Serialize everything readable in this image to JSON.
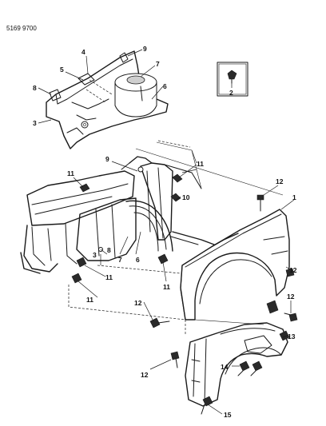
{
  "drawing_code": "5169 9700",
  "callouts": {
    "c1": "1",
    "c2": "2",
    "c3": "3",
    "c3b": "3",
    "c4": "4",
    "c5": "5",
    "c6": "6",
    "c6b": "6",
    "c7": "7",
    "c7b": "7",
    "c8": "8",
    "c8b": "8",
    "c9": "9",
    "c9b": "9",
    "c10": "10",
    "c11a": "11",
    "c11b": "11",
    "c11c": "11",
    "c11d": "11",
    "c11e": "11",
    "c12a": "12",
    "c12b": "12",
    "c12c": "12",
    "c12d": "12",
    "c12e": "12",
    "c13": "13",
    "c14": "14",
    "c15": "15"
  }
}
